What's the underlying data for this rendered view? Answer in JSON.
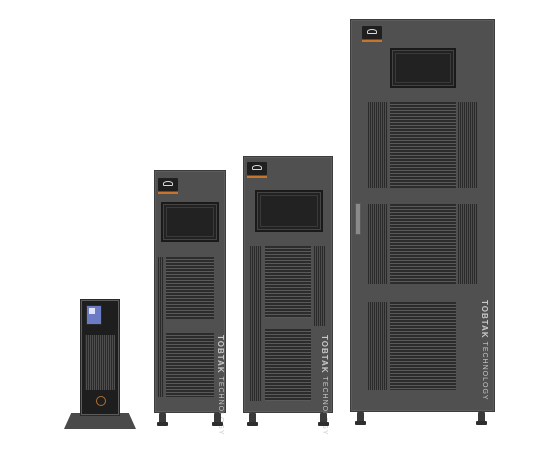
{
  "products": [
    {
      "name": "tower-ups-small",
      "brand": "TOBTAK",
      "brand_sub": "TECHNOLOGY"
    },
    {
      "name": "tower-ups-medium",
      "brand": "TOBTAK",
      "brand_sub": "TECHNOLOGY"
    },
    {
      "name": "tower-ups-large",
      "brand": "TOBTAK",
      "brand_sub": "TECHNOLOGY"
    }
  ],
  "colors": {
    "cabinet": "#505050",
    "accent": "#c8742a",
    "background": "#ffffff"
  }
}
